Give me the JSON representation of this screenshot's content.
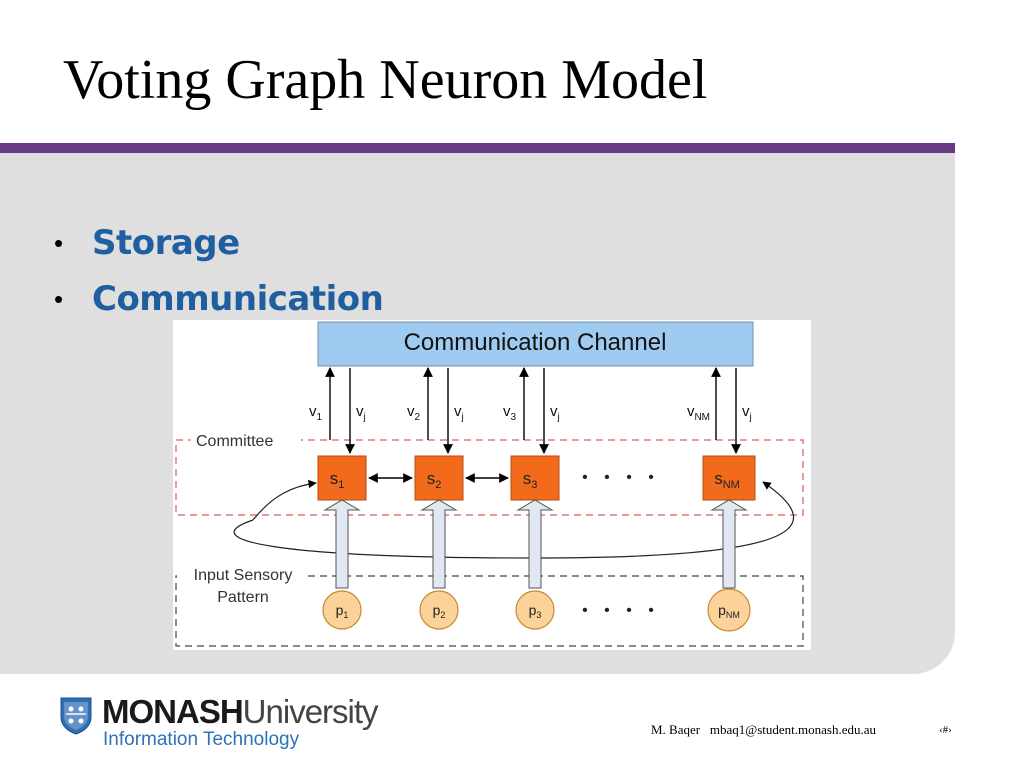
{
  "slide": {
    "title": "Voting Graph Neuron Model",
    "bullets": [
      "Storage",
      "Communication"
    ]
  },
  "diagram": {
    "channel_label": "Communication Channel",
    "committee_label": "Committee",
    "input_label_line1": "Input Sensory",
    "input_label_line2": "Pattern",
    "ellipsis": "• • • •",
    "columns": [
      {
        "up_base": "v",
        "up_sub": "1",
        "down_base": "v",
        "down_sub": "j",
        "node_base": "s",
        "node_sub": "1",
        "input_base": "p",
        "input_sub": "1"
      },
      {
        "up_base": "v",
        "up_sub": "2",
        "down_base": "v",
        "down_sub": "j",
        "node_base": "s",
        "node_sub": "2",
        "input_base": "p",
        "input_sub": "2"
      },
      {
        "up_base": "v",
        "up_sub": "3",
        "down_base": "v",
        "down_sub": "j",
        "node_base": "s",
        "node_sub": "3",
        "input_base": "p",
        "input_sub": "3"
      },
      {
        "up_base": "v",
        "up_sub": "NM",
        "down_base": "v",
        "down_sub": "j",
        "node_base": "s",
        "node_sub": "NM",
        "input_base": "p",
        "input_sub": "NM"
      }
    ],
    "colors": {
      "channel_fill": "#9fcbf1",
      "node_fill": "#f26b1d",
      "input_fill": "#fbd29a",
      "panel_bg": "#dfdfdf",
      "accent_bar": "#673c85",
      "bullet_text": "#1f5fa0"
    }
  },
  "footer": {
    "logo_strong": "MONASH",
    "logo_light": "University",
    "logo_sub": "Information Technology",
    "logo_icon": "monash-shield-icon",
    "author": "M. Baqer   mbaq1@student.monash.edu.au",
    "page_number": "‹#›"
  }
}
